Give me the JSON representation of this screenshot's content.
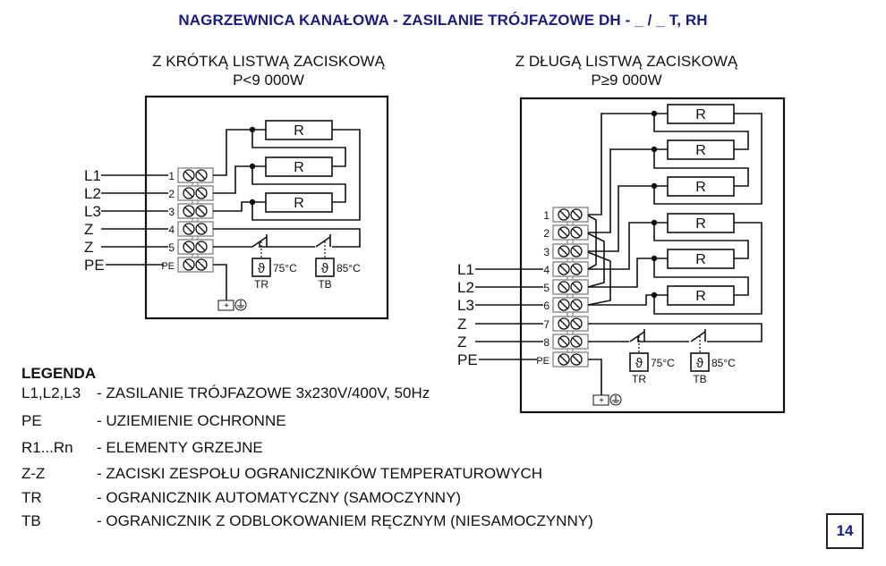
{
  "title": "NAGRZEWNICA KANAŁOWA - ZASILANIE TRÓJFAZOWE DH - _ / _ T, RH",
  "left_diagram": {
    "heading": "Z KRÓTKĄ LISTWĄ ZACISKOWĄ",
    "power": "P<9 000W",
    "inputs": [
      "L1",
      "L2",
      "L3",
      "Z",
      "Z",
      "PE"
    ],
    "terminals": [
      "1",
      "2",
      "3",
      "4",
      "5",
      "PE"
    ],
    "resistor_label": "R",
    "resistor_count": 3,
    "limiters": [
      {
        "symbol": "ϑ",
        "temp": "75°C",
        "name": "TR"
      },
      {
        "symbol": "ϑ",
        "temp": "85°C",
        "name": "TB"
      }
    ]
  },
  "right_diagram": {
    "heading": "Z DŁUGĄ LISTWĄ ZACISKOWĄ",
    "power": "P≥9 000W",
    "inputs": [
      "L1",
      "L2",
      "L3",
      "Z",
      "Z",
      "PE"
    ],
    "terminals": [
      "1",
      "2",
      "3",
      "4",
      "5",
      "6",
      "7",
      "8",
      "PE"
    ],
    "resistor_label": "R",
    "resistor_count": 6,
    "limiters": [
      {
        "symbol": "ϑ",
        "temp": "75°C",
        "name": "TR"
      },
      {
        "symbol": "ϑ",
        "temp": "85°C",
        "name": "TB"
      }
    ]
  },
  "legend": {
    "heading": "LEGENDA",
    "items": [
      {
        "key": "L1,L2,L3",
        "desc": "- ZASILANIE TRÓJFAZOWE 3x230V/400V, 50Hz"
      },
      {
        "key": "PE",
        "desc": "- UZIEMIENIE OCHRONNE"
      },
      {
        "key": "R1...Rn",
        "desc": "- ELEMENTY GRZEJNE"
      },
      {
        "key": "Z-Z",
        "desc": "- ZACISKI ZESPOŁU OGRANICZNIKÓW TEMPERATUROWYCH"
      },
      {
        "key": "TR",
        "desc": "- OGRANICZNIK AUTOMATYCZNY (SAMOCZYNNY)"
      },
      {
        "key": "TB",
        "desc": "- OGRANICZNIK Z ODBLOKOWANIEM RĘCZNYM (NIESAMOCZYNNY)"
      }
    ]
  },
  "page_number": "14",
  "colors": {
    "title": "#1a1a8c",
    "line": "#111111",
    "terminal": "#888888"
  }
}
